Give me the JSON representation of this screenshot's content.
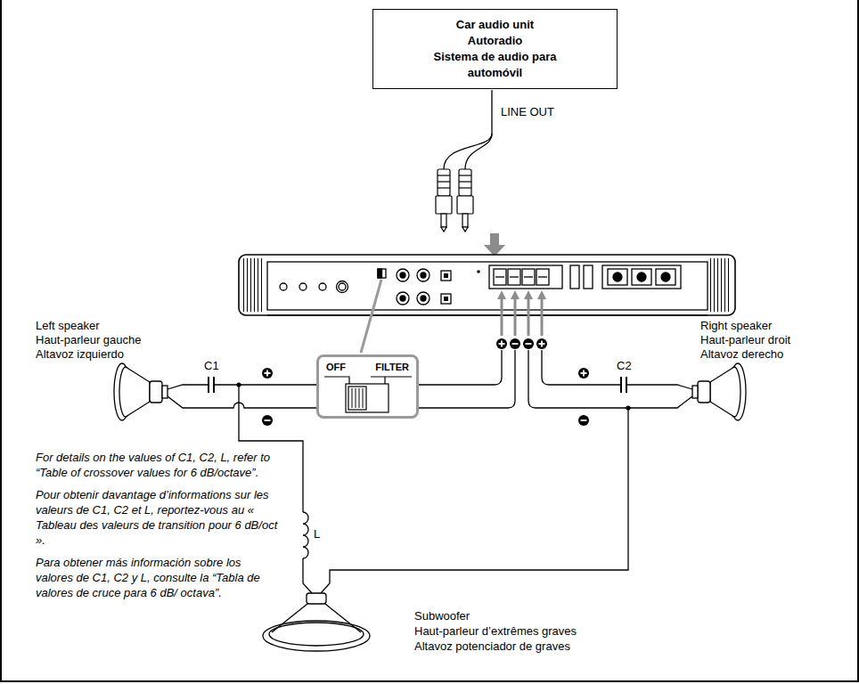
{
  "diagram": {
    "nodes": [
      {
        "text": [
          "Car audio unit",
          "Autoradio",
          "Sistema de audio para automóvil"
        ]
      },
      {
        "text": [
          "OFF",
          "FILTER"
        ]
      }
    ],
    "labels": [
      "LINE OUT",
      "Left speaker",
      "Haut-parleur gauche",
      "Altavoz izquierdo",
      "C1",
      "C2",
      "Right speaker",
      "Haut-parleur droit",
      "Altavoz derecho",
      "For details on the values of C1, C2, L, refer to “Table of crossover values for 6 dB/octave”.",
      "Pour obtenir davantage d’informations sur les valeurs de C1, C2 et L, reportez-vous au « Tableau des valeurs de transition pour 6 dB/oct ».",
      "L",
      "Para obtener más información sobre los valores de C1, C2 y L, consulte la “Tabla de valores de cruce para 6 dB/ octava”.",
      "Subwoofer",
      "Haut-parleur d’extrêmes graves",
      "Altavoz potenciador de graves"
    ]
  }
}
